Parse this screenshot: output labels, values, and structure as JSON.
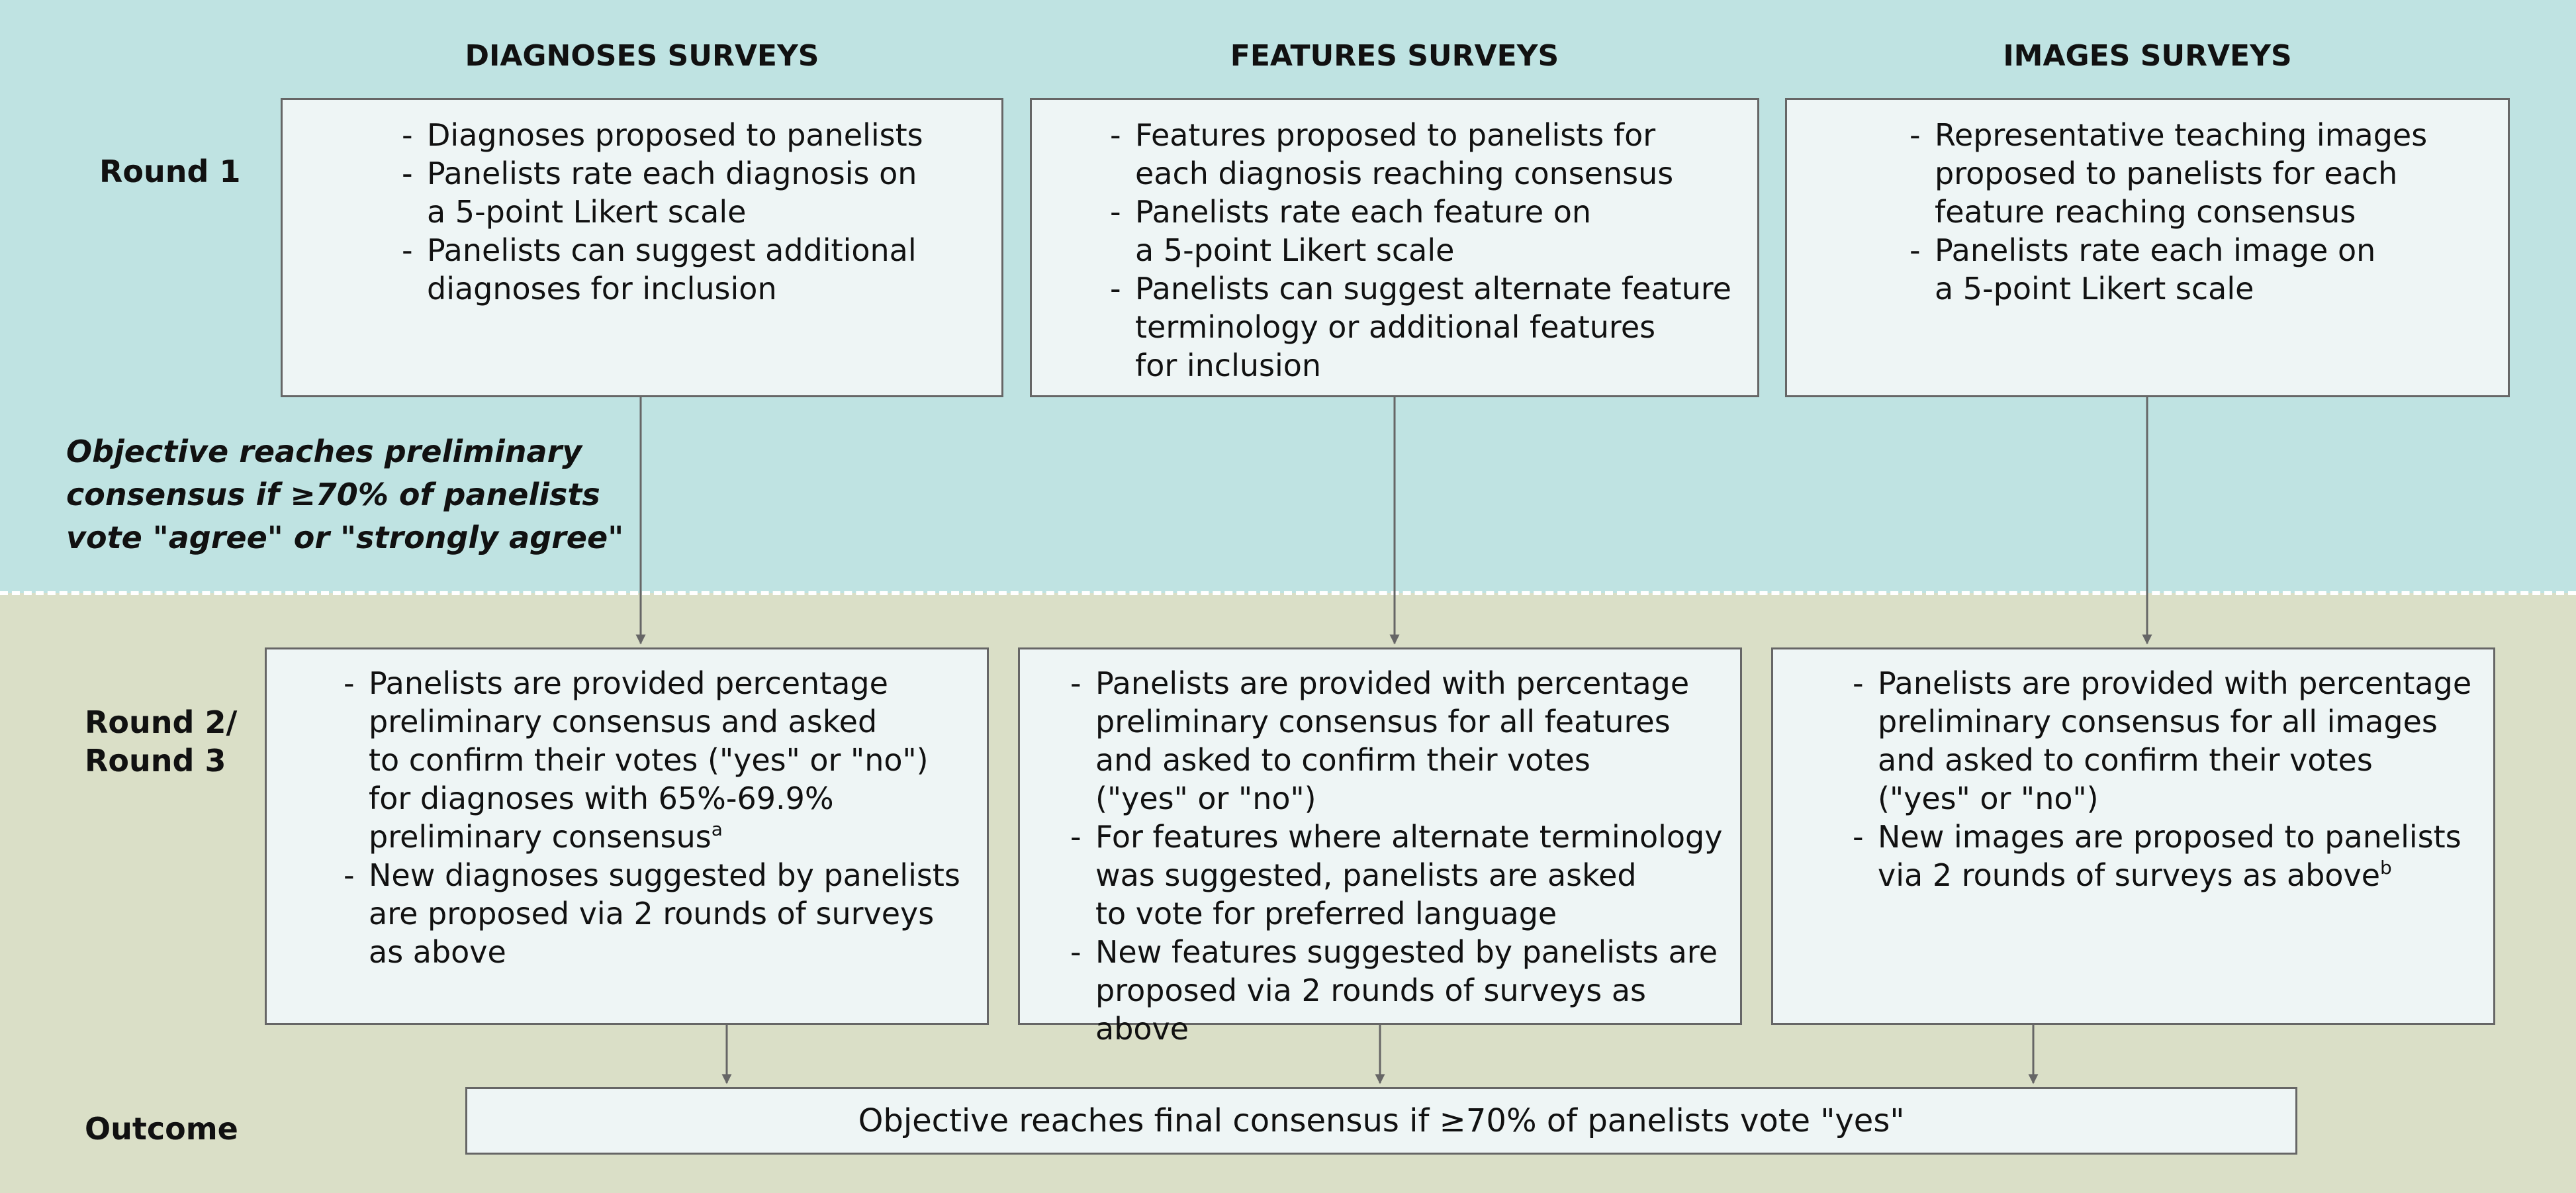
{
  "headers": {
    "diagnoses": "DIAGNOSES SURVEYS",
    "features": "FEATURES SURVEYS",
    "images": "IMAGES SURVEYS"
  },
  "rows": {
    "round1": "Round 1",
    "round23_line1": "Round 2/",
    "round23_line2": "Round 3",
    "outcome": "Outcome"
  },
  "round1": {
    "diagnoses": [
      [
        "Diagnoses proposed to panelists"
      ],
      [
        "Panelists rate each diagnosis on",
        "a 5-point Likert scale"
      ],
      [
        "Panelists can suggest additional",
        "diagnoses for inclusion"
      ]
    ],
    "features": [
      [
        "Features proposed to panelists for",
        "each diagnosis reaching consensus"
      ],
      [
        "Panelists rate each feature on",
        "a 5-point Likert scale"
      ],
      [
        "Panelists can suggest alternate feature",
        "terminology or additional features",
        "for inclusion"
      ]
    ],
    "images": [
      [
        "Representative teaching images",
        "proposed to panelists for each",
        "feature reaching consensus"
      ],
      [
        "Panelists rate each image on",
        "a 5-point Likert scale"
      ]
    ]
  },
  "note": [
    "Objective reaches preliminary",
    "consensus if ≥70% of panelists",
    "vote \"agree\" or \"strongly agree\""
  ],
  "round23": {
    "diagnoses": {
      "item1": [
        "Panelists are provided percentage",
        "preliminary consensus and asked",
        "to confirm their votes (\"yes\" or \"no\")",
        "for diagnoses with 65%-69.9%"
      ],
      "item1_last": "preliminary consensus",
      "item1_sup": "a",
      "item2": [
        "New diagnoses suggested by panelists",
        "are proposed via 2 rounds of surveys",
        "as above"
      ]
    },
    "features": [
      [
        "Panelists are provided with percentage",
        "preliminary consensus for all features",
        "and asked to confirm their votes",
        "(\"yes\" or \"no\")"
      ],
      [
        "For features where alternate terminology",
        "was suggested, panelists are asked",
        "to vote for preferred language"
      ],
      [
        "New features suggested by panelists are",
        "proposed via 2 rounds of surveys as above"
      ]
    ],
    "images": {
      "item1": [
        "Panelists are provided with percentage",
        "preliminary consensus for all images",
        "and asked to confirm their votes",
        "(\"yes\" or \"no\")"
      ],
      "item2": [
        "New images are proposed to panelists"
      ],
      "item2_last": "via 2 rounds of surveys as above",
      "item2_sup": "b"
    }
  },
  "outcome": "Objective reaches final consensus if ≥70% of panelists vote \"yes\"",
  "colors": {
    "top_band": "#bfe3e2",
    "bottom_band": "#dadfc7",
    "box_fill": "#eef5f5",
    "box_border": "#666666",
    "arrow": "#666666"
  }
}
